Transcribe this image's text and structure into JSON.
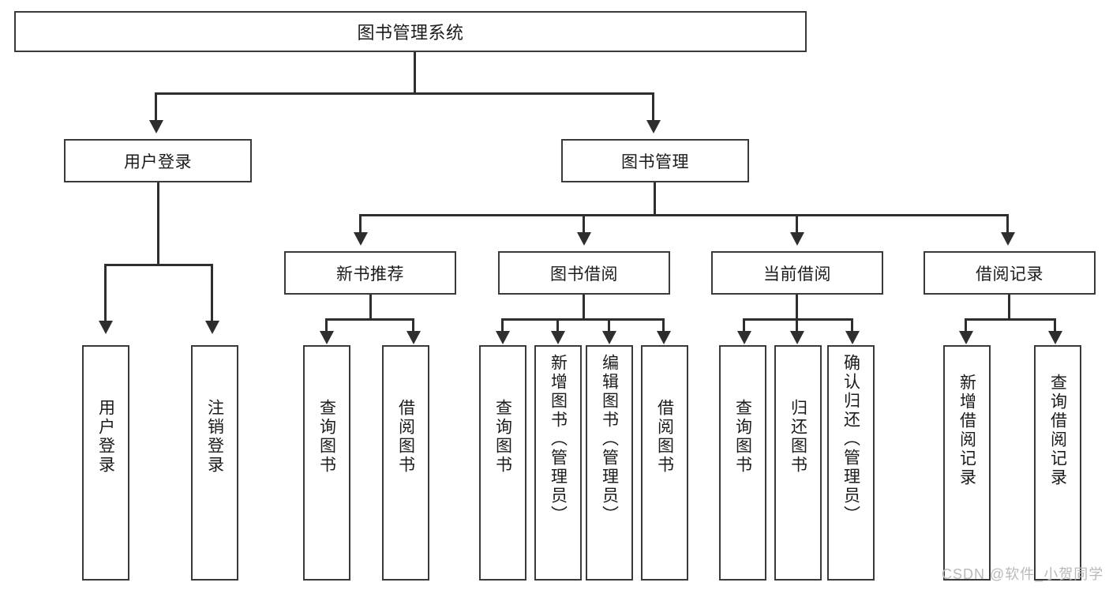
{
  "diagram": {
    "title": "图书管理系统",
    "root": {
      "label": "图书管理系统"
    },
    "level2": [
      {
        "label": "用户登录"
      },
      {
        "label": "图书管理"
      }
    ],
    "level3": [
      {
        "label": "新书推荐"
      },
      {
        "label": "图书借阅"
      },
      {
        "label": "当前借阅"
      },
      {
        "label": "借阅记录"
      }
    ],
    "leaves": {
      "user_login": [
        {
          "label": "用户登录"
        },
        {
          "label": "注销登录"
        }
      ],
      "new_book_recommend": [
        {
          "label": "查询图书"
        },
        {
          "label": "借阅图书"
        }
      ],
      "book_borrow": [
        {
          "label": "查询图书"
        },
        {
          "label": "新增图书（管理员）"
        },
        {
          "label": "编辑图书（管理员）"
        },
        {
          "label": "借阅图书"
        }
      ],
      "current_borrow": [
        {
          "label": "查询图书"
        },
        {
          "label": "归还图书"
        },
        {
          "label": "确认归还（管理员）"
        }
      ],
      "borrow_record": [
        {
          "label": "新增借阅记录"
        },
        {
          "label": "查询借阅记录"
        }
      ]
    }
  },
  "watermark": {
    "text": "CSDN @软件_小贺同学"
  },
  "colors": {
    "border": "#3a3a3a",
    "line": "#2e2e2e",
    "text": "#1b1b1b",
    "background": "#ffffff",
    "watermark": "#b9b9b9"
  }
}
